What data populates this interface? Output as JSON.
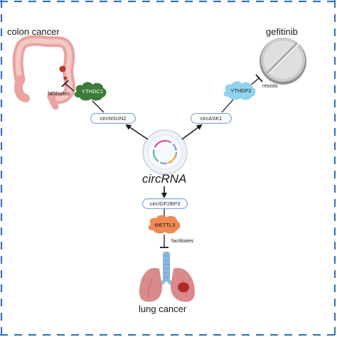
{
  "labels": {
    "colon": "colon cancer",
    "gefitinib": "gefitinib",
    "lung": "lung cancer",
    "center": "circRNA"
  },
  "nodes": {
    "circ_nsun2": "circNSUN2",
    "circ_ask1": "circASK1",
    "circ_igf2bp3": "circIGF2BP3"
  },
  "proteins": {
    "ythdc1": "YTHDC1",
    "ythdf2": "YTHDF2",
    "mettl3": "METTL3"
  },
  "relations": {
    "left": "facilitates",
    "right": "resists",
    "bottom": "facilitates"
  },
  "colors": {
    "frame": "#3b74b5",
    "pill_border": "#7fa6d6",
    "ythdc1": "#3d7d3b",
    "ythdf2": "#8fd3ee",
    "mettl3": "#ef8a55",
    "colon": "#e9a3a0",
    "lung": "#d98a8a",
    "trachea": "#8cb8dc"
  }
}
